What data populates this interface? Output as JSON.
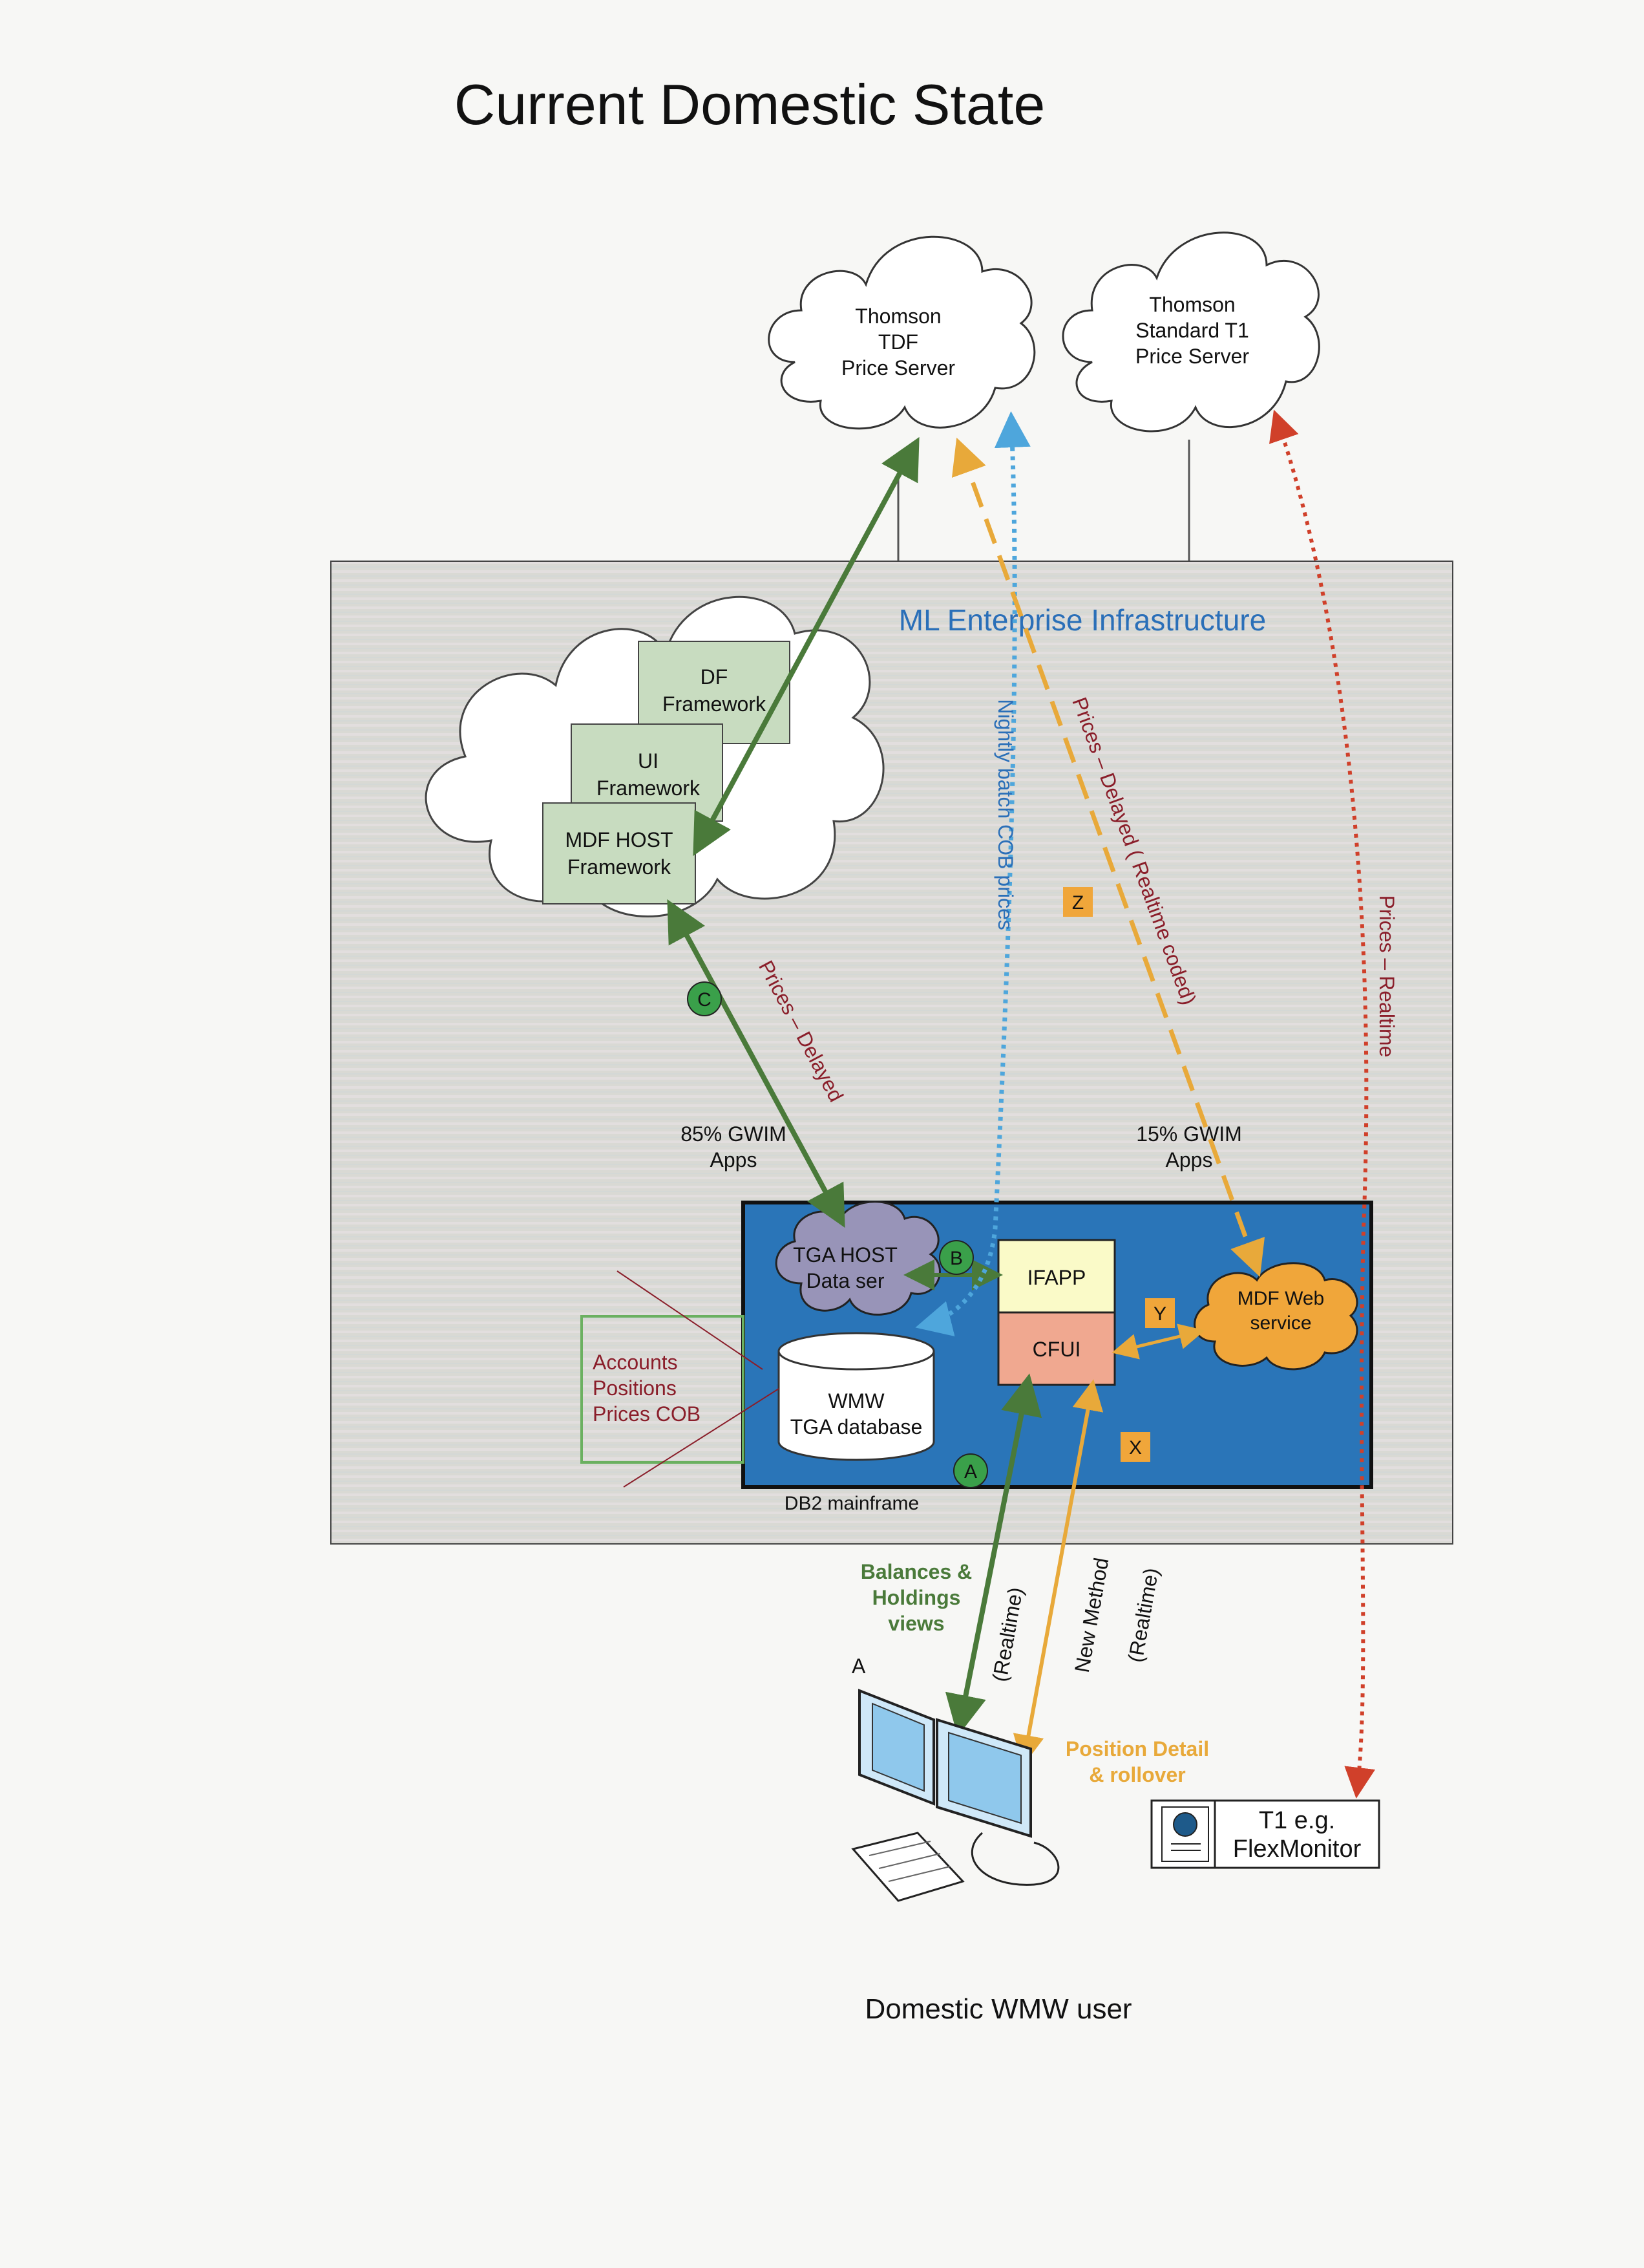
{
  "title": "Current Domestic State",
  "infrastructure_label": "ML Enterprise Infrastructure",
  "clouds": {
    "tdf": [
      "Thomson",
      "TDF",
      "Price Server"
    ],
    "t1": [
      "Thomson",
      "Standard T1",
      "Price Server"
    ]
  },
  "frameworks": {
    "df": [
      "DF",
      "Framework"
    ],
    "ui": [
      "UI",
      "Framework"
    ],
    "mdf_host": [
      "MDF HOST",
      "Framework"
    ]
  },
  "apps": {
    "left": [
      "85% GWIM",
      "Apps"
    ],
    "right": [
      "15% GWIM",
      "Apps"
    ]
  },
  "mainframe": {
    "label": "DB2 mainframe",
    "tga_host": [
      "TGA HOST",
      "Data ser"
    ],
    "ifapp": "IFAPP",
    "cfui": "CFUI",
    "mdf_web": [
      "MDF Web",
      "service"
    ],
    "database": [
      "WMW",
      "TGA database"
    ]
  },
  "accounts_box": [
    "Accounts",
    "Positions",
    "Prices COB"
  ],
  "markers": {
    "a": "A",
    "b": "B",
    "c": "C",
    "x": "X",
    "y": "Y",
    "z": "Z"
  },
  "arrow_labels": {
    "prices_delayed": "Prices – Delayed",
    "nightly_batch": "Nightly batch COB prices",
    "prices_delayed_realtime_coded": "Prices – Delayed ( Realtime coded)",
    "prices_realtime": "Prices – Realtime",
    "balances": [
      "Balances &",
      "Holdings",
      "views"
    ],
    "realtime": "(Realtime)",
    "new_method": "New Method",
    "position_detail": [
      "Position Detail",
      "& rollover"
    ]
  },
  "workstation_label": "A",
  "user_label": "Domestic WMW user",
  "flexmonitor": [
    "T1 e.g.",
    "FlexMonitor"
  ],
  "colors": {
    "green": "#4a7a3a",
    "blue_dotted": "#4ea6dc",
    "orange_dashed": "#e8a93a",
    "red_dotted": "#d0402a",
    "mainframe_blue": "#2a75b8",
    "infra_fill": "#dcdcd8",
    "marker_orange": "#f0a63a",
    "marker_green": "#3aa04a"
  }
}
